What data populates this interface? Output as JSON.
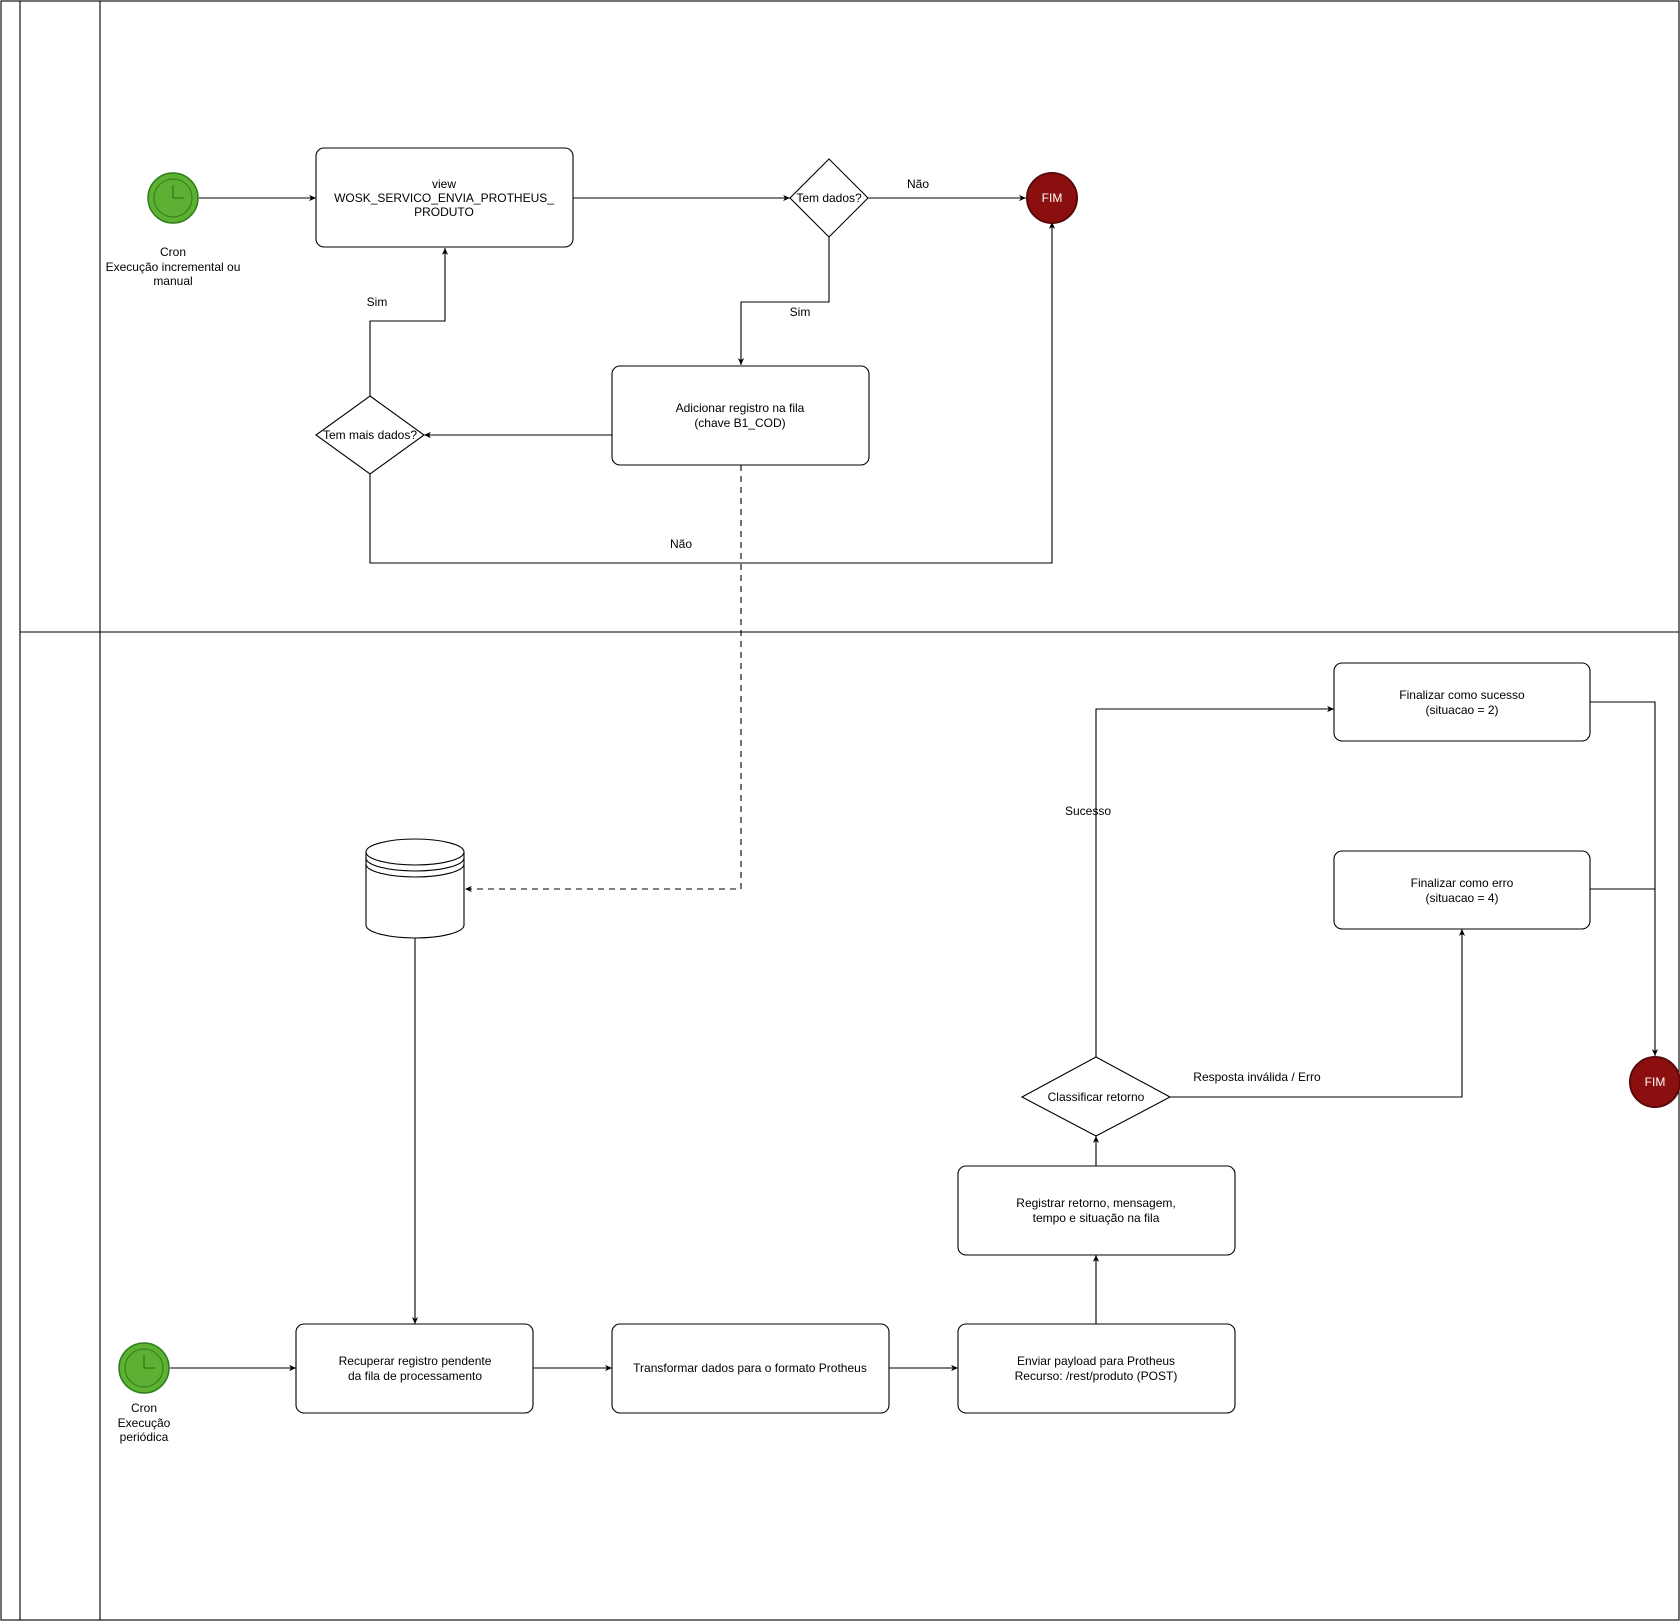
{
  "colors": {
    "start_event": "#5cb032",
    "start_event_stroke": "#2e7d1a",
    "end_event": "#8b0f0f",
    "end_event_stroke": "#5a0a0a",
    "line": "#000000",
    "background": "#ffffff"
  },
  "icons": {
    "start": "clock-icon",
    "end": "end-event-icon",
    "store": "database-icon"
  },
  "lane1": {
    "start_label": [
      "Cron",
      "Execução incremental ou",
      "manual"
    ],
    "view_box": [
      "view",
      "WOSK_SERVICO_ENVIA_PROTHEUS_",
      "PRODUTO"
    ],
    "decision_tem_dados": "Tem dados?",
    "edge_nao_top": "Não",
    "end_label": "FIM",
    "edge_sim_down": "Sim",
    "add_queue_box": [
      "Adicionar registro na fila",
      "(chave B1_COD)"
    ],
    "decision_mais_dados": "Tem mais dados?",
    "edge_sim_up": "Sim",
    "edge_nao_bottom": "Não"
  },
  "lane2": {
    "start_label": [
      "Cron",
      "Execução",
      "periódica"
    ],
    "recover_box": [
      "Recuperar registro pendente",
      "da fila de processamento"
    ],
    "transform_box": [
      "Transformar dados para o formato Protheus"
    ],
    "send_box": [
      "Enviar payload para Protheus",
      "Recurso: /rest/produto (POST)"
    ],
    "register_box": [
      "Registrar retorno, mensagem,",
      "tempo e situação na fila"
    ],
    "decision_classify": "Classificar retorno",
    "edge_sucesso": "Sucesso",
    "edge_erro": "Resposta inválida / Erro",
    "success_box": [
      "Finalizar como sucesso",
      "(situacao = 2)"
    ],
    "error_box": [
      "Finalizar como erro",
      "(situacao = 4)"
    ],
    "end_label": "FIM"
  }
}
